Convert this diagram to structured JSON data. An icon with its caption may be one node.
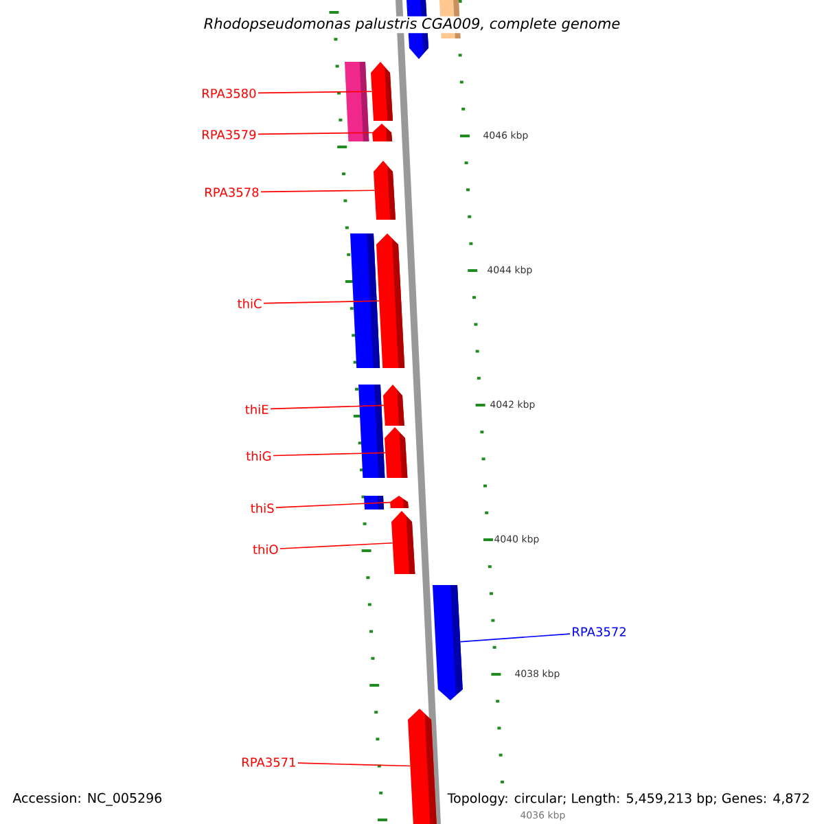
{
  "diagram": {
    "title": "Rhodopseudomonas palustris CGA009, complete genome",
    "nodes": [
      {
        "text": [
          "RPA3580"
        ]
      },
      {
        "text": [
          "RPA3579"
        ]
      },
      {
        "text": [
          "RPA3578"
        ]
      },
      {
        "text": [
          "thiC"
        ]
      },
      {
        "text": [
          "thiE"
        ]
      },
      {
        "text": [
          "thiG"
        ]
      },
      {
        "text": [
          "thiS"
        ]
      },
      {
        "text": [
          "thiO"
        ]
      },
      {
        "text": [
          "RPA3572"
        ]
      },
      {
        "text": [
          "RPA3571"
        ]
      },
      {
        "text": [],
        "shape": "bar"
      },
      {
        "text": [],
        "shape": "bar"
      },
      {
        "text": [],
        "shape": "bar"
      },
      {
        "text": [],
        "shape": "bar"
      },
      {
        "text": [],
        "shape": "bar"
      },
      {
        "text": [],
        "shape": "bar"
      },
      {
        "text": [],
        "shape": "bar"
      },
      {
        "text": [],
        "shape": "bar"
      },
      {
        "text": [],
        "shape": "bar"
      },
      {
        "text": [],
        "shape": "bar"
      },
      {
        "text": [],
        "shape": "bar"
      },
      {
        "text": [],
        "shape": "bar"
      },
      {
        "text": [],
        "shape": "bar"
      },
      {
        "text": [],
        "shape": "bar"
      },
      {
        "text": [],
        "shape": "bar"
      },
      {
        "text": [],
        "shape": "bar"
      }
    ],
    "edges": [
      {
        "from": 0,
        "to": 13,
        "arrow": "none"
      },
      {
        "from": 1,
        "to": 14,
        "arrow": "none"
      },
      {
        "from": 2,
        "to": 15,
        "arrow": "none"
      },
      {
        "from": 3,
        "to": 17,
        "arrow": "none"
      },
      {
        "from": 4,
        "to": 19,
        "arrow": "none"
      },
      {
        "from": 5,
        "to": 20,
        "arrow": "none"
      },
      {
        "from": 6,
        "to": 22,
        "arrow": "none"
      },
      {
        "from": 7,
        "to": 23,
        "arrow": "none"
      },
      {
        "from": 8,
        "to": 24,
        "arrow": "none",
        "color": "#0000ff"
      },
      {
        "from": 9,
        "to": 25,
        "arrow": "none"
      }
    ],
    "labels": [
      "4046 kbp",
      "4044 kbp",
      "4042 kbp",
      "4040 kbp",
      "4038 kbp",
      "4036 kbp",
      "Accession: NC_005296",
      "Topology: circular; Length: 5,459,213 bp; Genes: 4,872"
    ]
  }
}
